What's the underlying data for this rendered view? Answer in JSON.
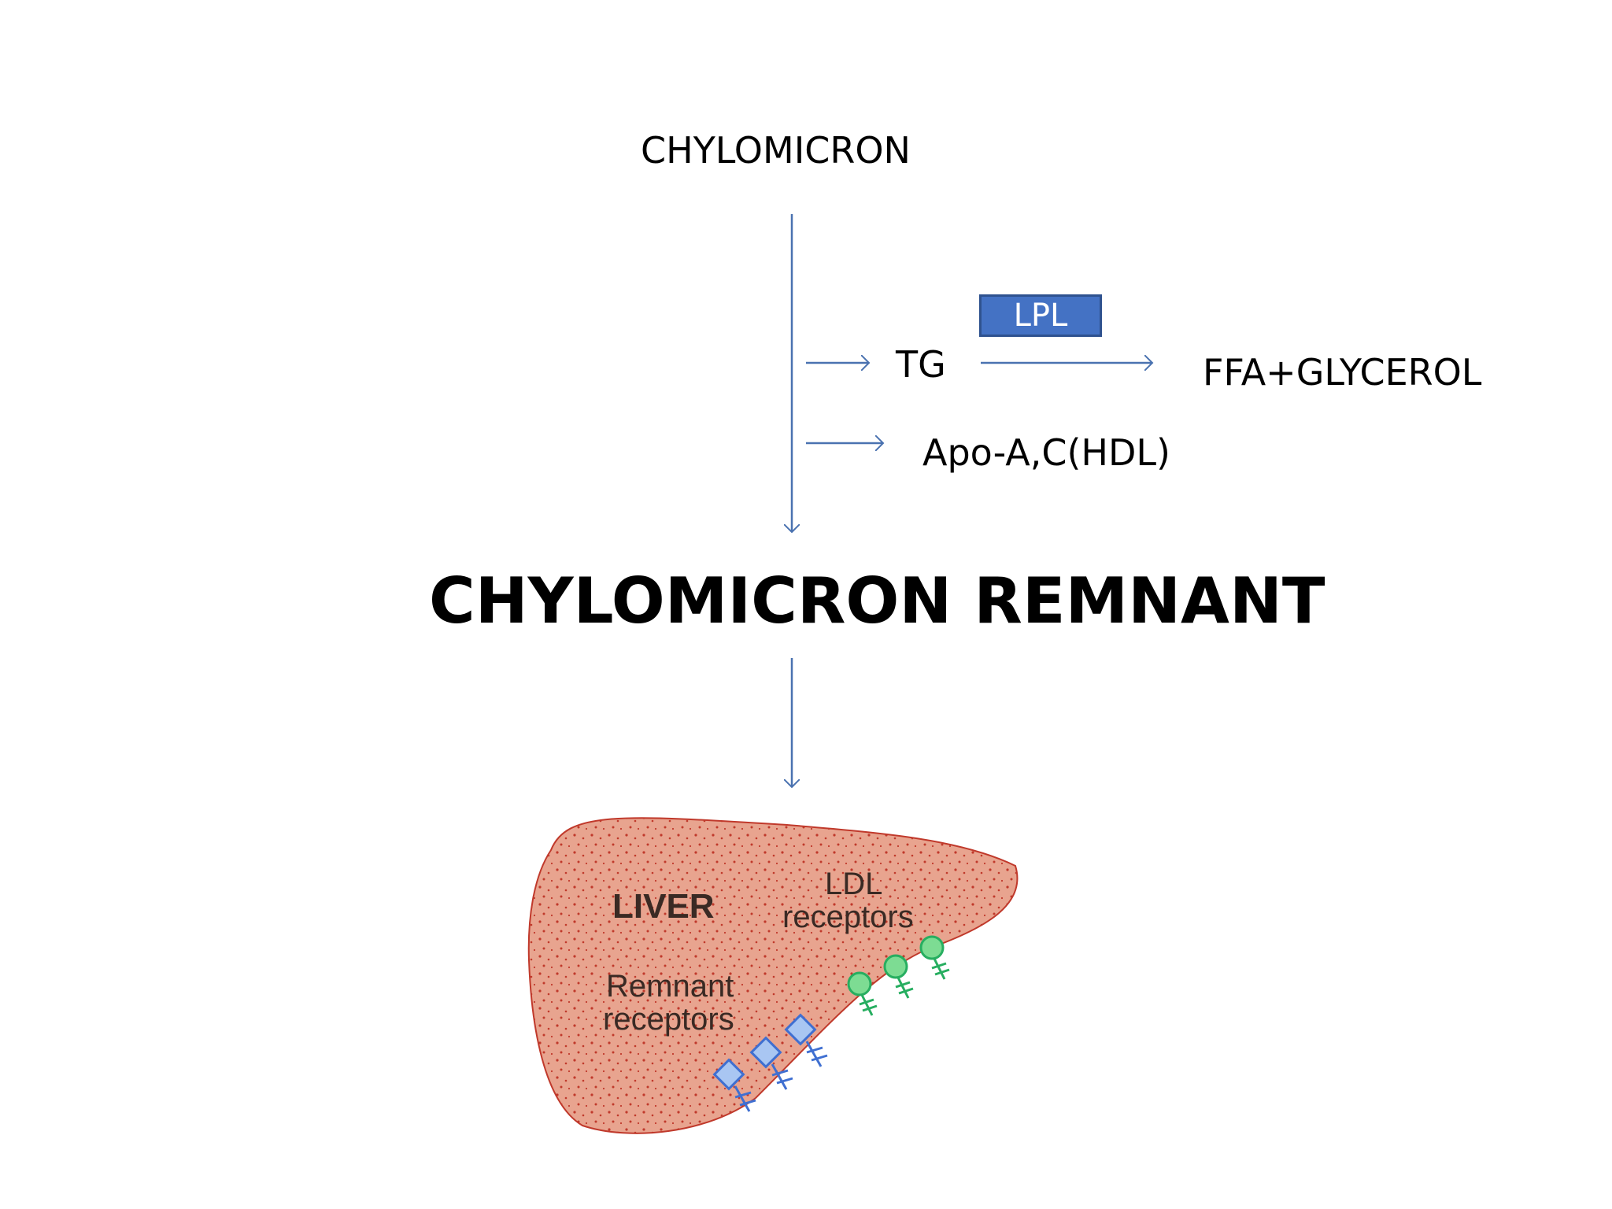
{
  "diagram": {
    "chylomicron": "CHYLOMICRON",
    "tg": "TG",
    "lpl": "LPL",
    "products": "FFA+GLYCEROL",
    "apo": "Apo-A,C(HDL)",
    "remnant": "CHYLOMICRON REMNANT"
  },
  "liver": {
    "title": "LIVER",
    "ldl_line1": "LDL",
    "ldl_line2": "receptors",
    "remnant_line1": "Remnant",
    "remnant_line2": "receptors"
  },
  "colors": {
    "arrow": "#4a72b0",
    "lpl_fill": "#4472c4",
    "liver_fill": "#e8a48f",
    "liver_dots": "#c0392b",
    "ldl_receptor": "#2ecc71",
    "remnant_receptor": "#5b8fe0"
  }
}
